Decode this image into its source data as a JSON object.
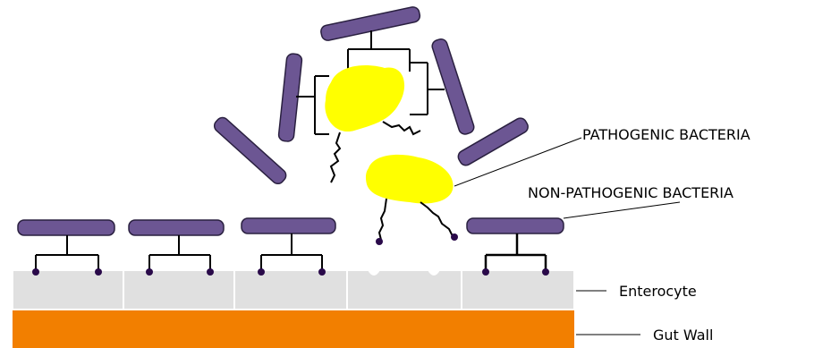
{
  "labels": {
    "pathogenic": "PATHOGENIC BACTERIA",
    "non_pathogenic": "NON-PATHOGENIC BACTERIA",
    "enterocyte": "Enterocyte",
    "gut_wall": "Gut Wall"
  },
  "colors": {
    "bacteria_bar": "#6c5693",
    "pathogen_blob": "#ffff00",
    "enterocyte": "#e0e0e0",
    "gut_wall": "#f27f00",
    "receptor_dot": "#2a0a4a",
    "line": "#000000"
  }
}
